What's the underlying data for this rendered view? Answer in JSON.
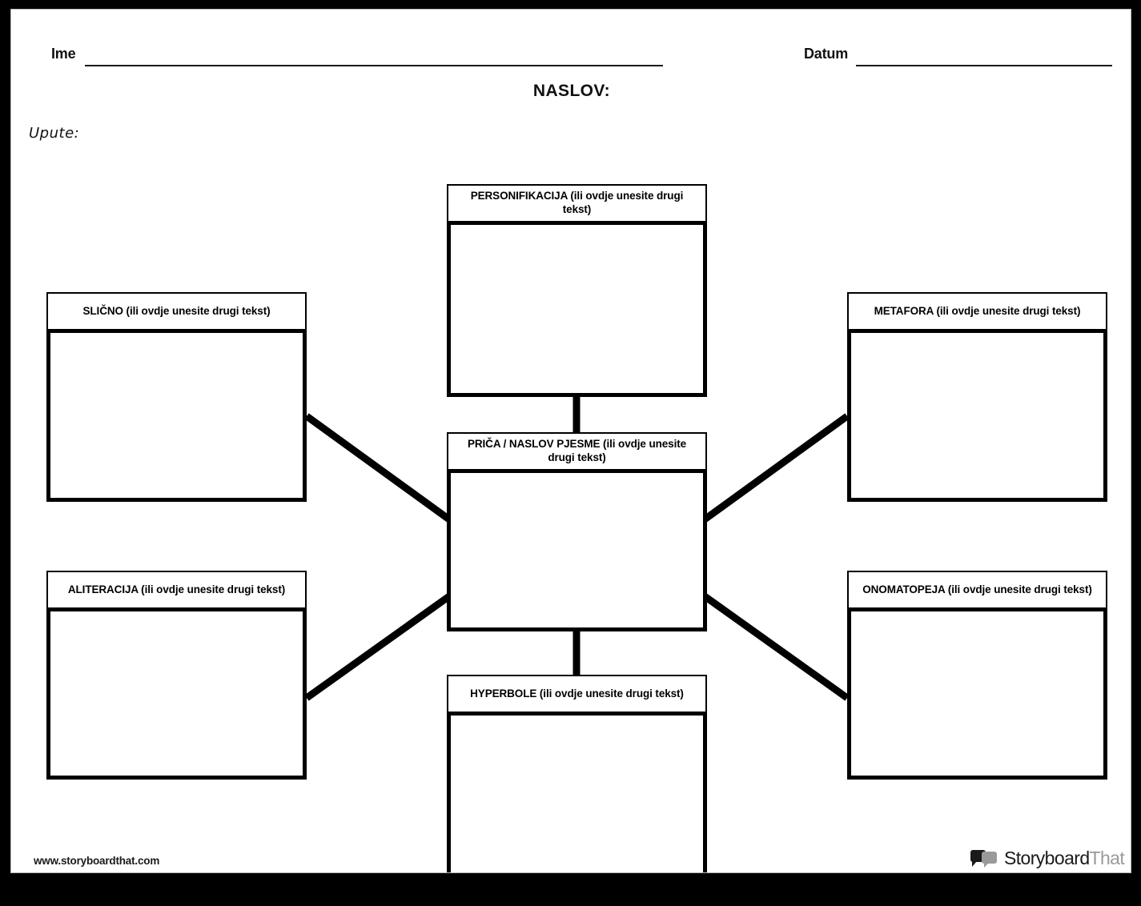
{
  "page": {
    "title_heading": "NASLOV:",
    "name_label": "Ime",
    "date_label": "Datum",
    "instructions_label": "Upute:",
    "name_value": "",
    "date_value": ""
  },
  "nodes": {
    "personifikacija": {
      "label": "PERSONIFIKACIJA (ili ovdje unesite drugi tekst)",
      "body_text": ""
    },
    "slicno": {
      "label": "SLIČNO (ili ovdje unesite drugi tekst)",
      "body_text": ""
    },
    "metafora": {
      "label": "METAFORA (ili ovdje unesite drugi tekst)",
      "body_text": ""
    },
    "center": {
      "label": "PRIČA / NASLOV PJESME (ili ovdje unesite drugi tekst)",
      "body_text": ""
    },
    "aliteracija": {
      "label": "ALITERACIJA (ili ovdje unesite drugi tekst)",
      "body_text": ""
    },
    "onomatopeja": {
      "label": "ONOMATOPEJA (ili ovdje unesite drugi tekst)",
      "body_text": ""
    },
    "hyperbole": {
      "label": "HYPERBOLE (ili ovdje unesite drugi tekst)",
      "body_text": ""
    }
  },
  "footer": {
    "site_url": "www.storyboardthat.com",
    "logo_word_primary": "Storyboard",
    "logo_word_secondary": "That"
  },
  "colors": {
    "frame": "#000000",
    "page_background": "#ffffff",
    "ink": "#000000",
    "logo_secondary": "#9a9a9a"
  }
}
